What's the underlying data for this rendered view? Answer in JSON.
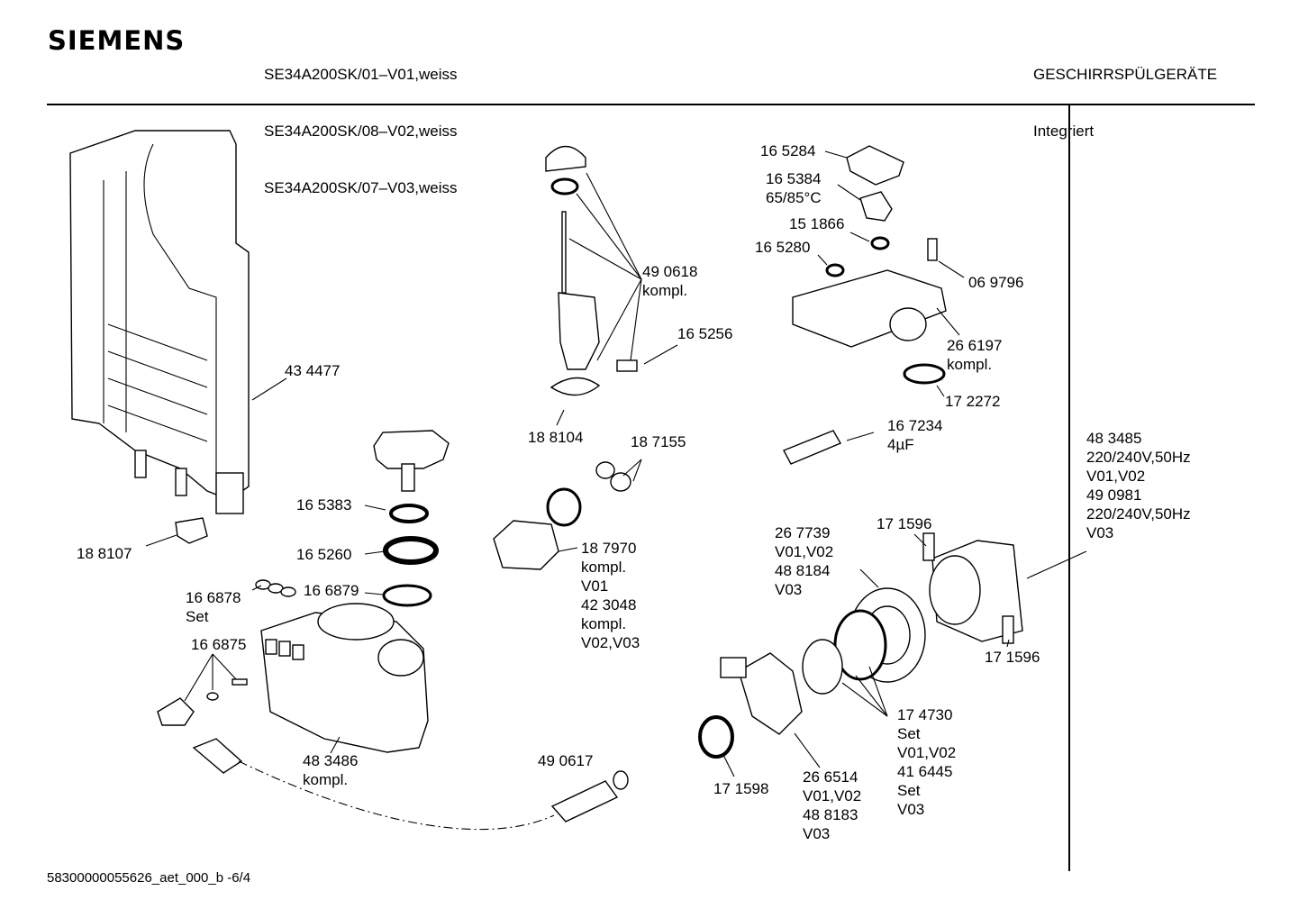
{
  "header": {
    "brand": "SIEMENS",
    "models": [
      "SE34A200SK/01–V01,weiss",
      "SE34A200SK/08–V02,weiss",
      "SE34A200SK/07–V03,weiss"
    ],
    "category": [
      "GESCHIRRSPÜLGERÄTE",
      "Integriert"
    ]
  },
  "footer": {
    "text": "58300000055626_aet_000_b  -6/4"
  },
  "labels": {
    "p434477": "43 4477",
    "p188107": "18 8107",
    "p165383": "16 5383",
    "p165260": "16 5260",
    "p166879": "16 6879",
    "p166878": [
      "16 6878",
      "Set"
    ],
    "p166875": "16 6875",
    "p483486": [
      "48 3486",
      "kompl."
    ],
    "p490617": "49 0617",
    "p490618": [
      "49 0618",
      "kompl."
    ],
    "p165256": "16 5256",
    "p188104": "18 8104",
    "p187155": "18 7155",
    "p187970": [
      "18 7970",
      "kompl.",
      "V01",
      "42 3048",
      "kompl.",
      "V02,V03"
    ],
    "p165284": "16 5284",
    "p165384": [
      "16 5384",
      "65/85°C"
    ],
    "p151866": "15 1866",
    "p165280": "16 5280",
    "p069796": "06 9796",
    "p266197": [
      "26 6197",
      "kompl."
    ],
    "p172272": "17 2272",
    "p167234": [
      "16 7234",
      "4µF"
    ],
    "p267739": [
      "26 7739",
      "V01,V02",
      "48 8184",
      "V03"
    ],
    "p171596a": "17 1596",
    "p171596b": "17 1596",
    "p483485": [
      "48 3485",
      "220/240V,50Hz",
      "V01,V02",
      "49 0981",
      "220/240V,50Hz",
      "V03"
    ],
    "p174730": [
      "17 4730",
      "Set",
      "V01,V02",
      "41 6445",
      "Set",
      "V03"
    ],
    "p171598": "17 1598",
    "p266514": [
      "26 6514",
      "V01,V02",
      "48 8183",
      "V03"
    ]
  }
}
